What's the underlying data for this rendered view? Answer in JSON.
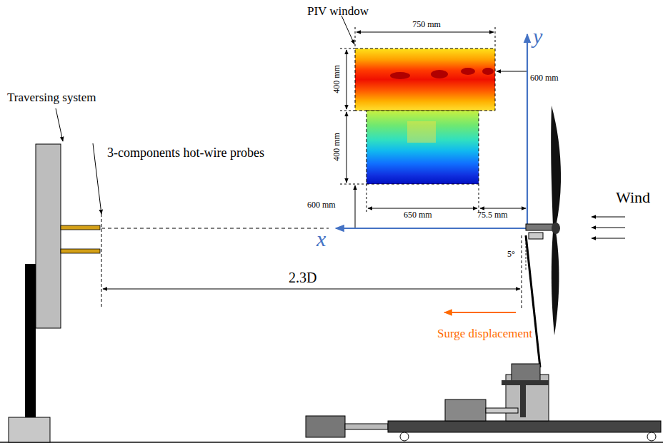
{
  "diagram": {
    "labels": [
      "PIV window",
      "750 mm",
      "400 mm",
      "600 mm",
      "400 mm",
      "Traversing system",
      "3-components hot-wire probes",
      "600 mm",
      "650 mm",
      "75.5 mm",
      "Wind",
      "x",
      "y",
      "5°",
      "2.3D",
      "Surge displacement"
    ]
  }
}
